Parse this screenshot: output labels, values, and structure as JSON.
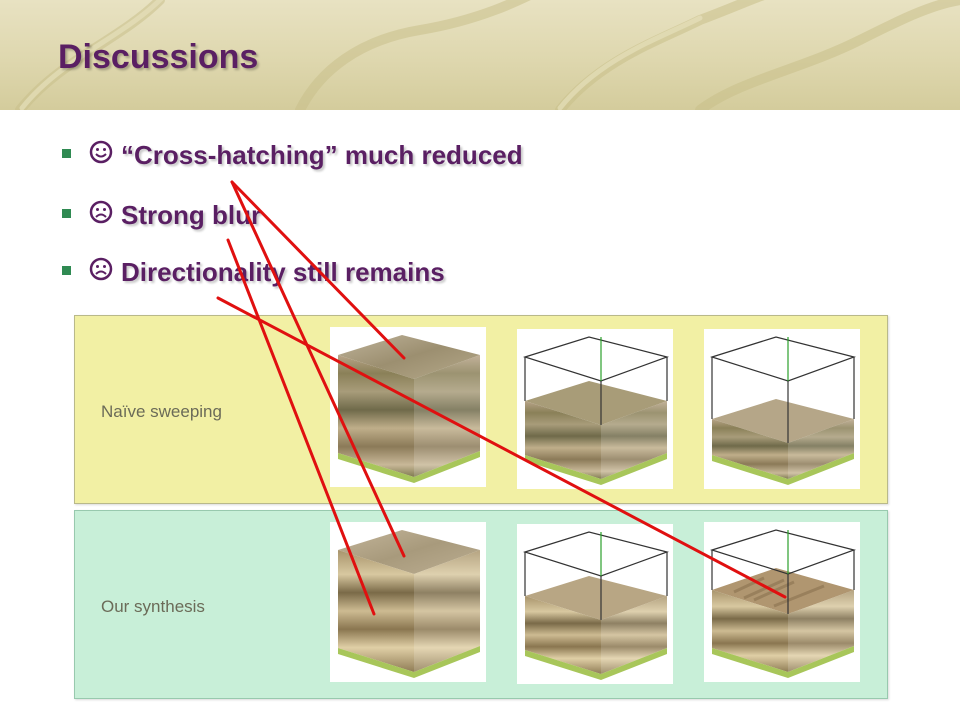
{
  "slide": {
    "title": "Discussions",
    "bullets": [
      {
        "face": "smile-face-icon",
        "text": "“Cross-hatching” much reduced"
      },
      {
        "face": "frown-face-icon",
        "text": "Strong blur"
      },
      {
        "face": "frown-face-icon",
        "text": "Directionality still remains"
      }
    ]
  },
  "panels": {
    "top_label": "Naïve sweeping",
    "bottom_label": "Our synthesis"
  },
  "colors": {
    "title": "#5a1f63",
    "bullet_marker": "#2f8a52",
    "top_panel": "#f2f0a4",
    "bottom_panel": "#c8efd8",
    "annotation_lines": "#e01010"
  }
}
